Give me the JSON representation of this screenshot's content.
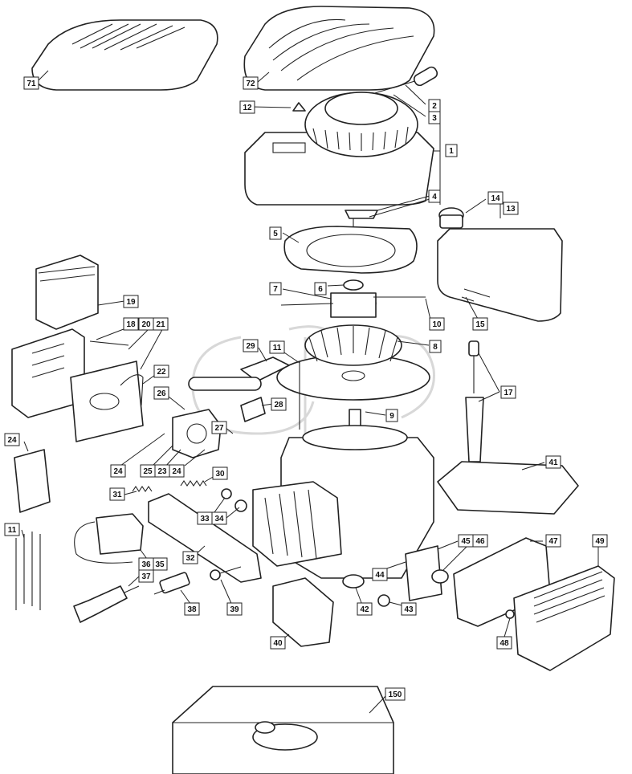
{
  "diagram": {
    "labels": [
      {
        "id": "71",
        "text": "71"
      },
      {
        "id": "72",
        "text": "72"
      },
      {
        "id": "12",
        "text": "12"
      },
      {
        "id": "2",
        "text": "2"
      },
      {
        "id": "3",
        "text": "3"
      },
      {
        "id": "1",
        "text": "1"
      },
      {
        "id": "4",
        "text": "4"
      },
      {
        "id": "14",
        "text": "14"
      },
      {
        "id": "13",
        "text": "13"
      },
      {
        "id": "5",
        "text": "5"
      },
      {
        "id": "19",
        "text": "19"
      },
      {
        "id": "7",
        "text": "7"
      },
      {
        "id": "6",
        "text": "6"
      },
      {
        "id": "10",
        "text": "10"
      },
      {
        "id": "15",
        "text": "15"
      },
      {
        "id": "18",
        "text": "18"
      },
      {
        "id": "20",
        "text": "20"
      },
      {
        "id": "21",
        "text": "21"
      },
      {
        "id": "29",
        "text": "29"
      },
      {
        "id": "11a",
        "text": "11"
      },
      {
        "id": "8",
        "text": "8"
      },
      {
        "id": "22",
        "text": "22"
      },
      {
        "id": "17",
        "text": "17"
      },
      {
        "id": "26",
        "text": "26"
      },
      {
        "id": "28",
        "text": "28"
      },
      {
        "id": "9",
        "text": "9"
      },
      {
        "id": "24a",
        "text": "24"
      },
      {
        "id": "27",
        "text": "27"
      },
      {
        "id": "24b",
        "text": "24"
      },
      {
        "id": "25",
        "text": "25"
      },
      {
        "id": "23",
        "text": "23"
      },
      {
        "id": "24c",
        "text": "24"
      },
      {
        "id": "41",
        "text": "41"
      },
      {
        "id": "30",
        "text": "30"
      },
      {
        "id": "31",
        "text": "31"
      },
      {
        "id": "33",
        "text": "33"
      },
      {
        "id": "34",
        "text": "34"
      },
      {
        "id": "11b",
        "text": "11"
      },
      {
        "id": "35",
        "text": "35"
      },
      {
        "id": "32",
        "text": "32"
      },
      {
        "id": "45",
        "text": "45"
      },
      {
        "id": "46",
        "text": "46"
      },
      {
        "id": "47",
        "text": "47"
      },
      {
        "id": "49",
        "text": "49"
      },
      {
        "id": "36",
        "text": "36"
      },
      {
        "id": "37",
        "text": "37"
      },
      {
        "id": "44",
        "text": "44"
      },
      {
        "id": "38",
        "text": "38"
      },
      {
        "id": "39",
        "text": "39"
      },
      {
        "id": "42",
        "text": "42"
      },
      {
        "id": "43",
        "text": "43"
      },
      {
        "id": "48",
        "text": "48"
      },
      {
        "id": "40",
        "text": "40"
      },
      {
        "id": "150",
        "text": "150"
      }
    ]
  },
  "colors": {
    "line": "#222222",
    "watermark": "#d8d8d8",
    "background": "#ffffff"
  }
}
